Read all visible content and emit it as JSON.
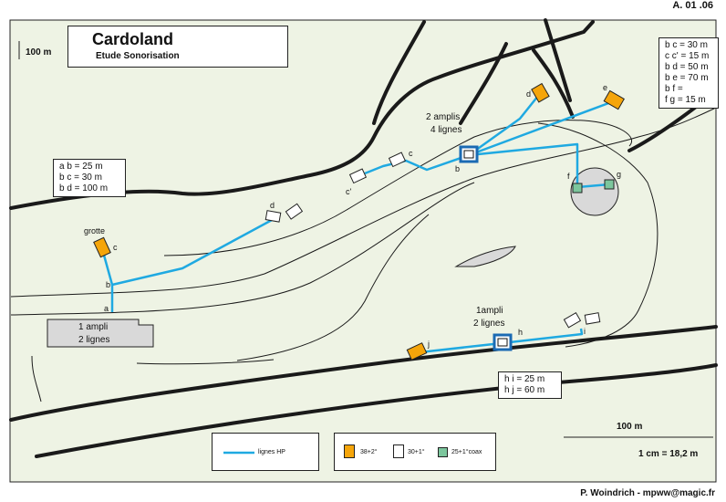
{
  "title": "Cardoland",
  "subtitle": "Etude Sonorisation",
  "doc_code": "A. 01 .06",
  "author": "P. Woindrich - mpww@magic.fr",
  "scale": {
    "top_label": "100 m",
    "bottom_label": "100 m",
    "ratio": "1 cm = 18,2 m"
  },
  "notes": {
    "left": [
      "a b = 25 m",
      "b c = 30 m",
      "b d = 100 m"
    ],
    "right": [
      "b c = 30 m",
      "c c' = 15 m",
      "b d = 50 m",
      "b e = 70 m",
      "b f =",
      "f g = 15 m"
    ],
    "bottom": [
      "h i = 25 m",
      "h j = 60 m"
    ]
  },
  "labels": {
    "amp_top": [
      "2 amplis",
      "4 lignes"
    ],
    "amp_bottom": [
      "1ampli",
      "2 lignes"
    ],
    "amp_left": [
      "1 ampli",
      "2 lignes"
    ],
    "grotte": "grotte",
    "points": {
      "a": "a",
      "b_left": "b",
      "c_left": "c",
      "d_mid": "d",
      "cprime": "c'",
      "c_mid": "c",
      "b_top": "b",
      "d_top": "d",
      "e": "e",
      "f": "f",
      "g": "g",
      "h": "h",
      "i": "i",
      "j": "j"
    }
  },
  "legend": {
    "lines": "lignes HP",
    "orange": "38+2°",
    "white": "30+1°",
    "green": "25+1°coax"
  },
  "colors": {
    "background": "#eef3e4",
    "road": "#1a1a1a",
    "line_hp": "#1fa9e1",
    "speaker_orange": "#f5a50a",
    "speaker_white": "#ffffff",
    "speaker_green": "#7cc69d",
    "amp_blue": "#1b6ab3",
    "building": "#d9d9d9"
  }
}
